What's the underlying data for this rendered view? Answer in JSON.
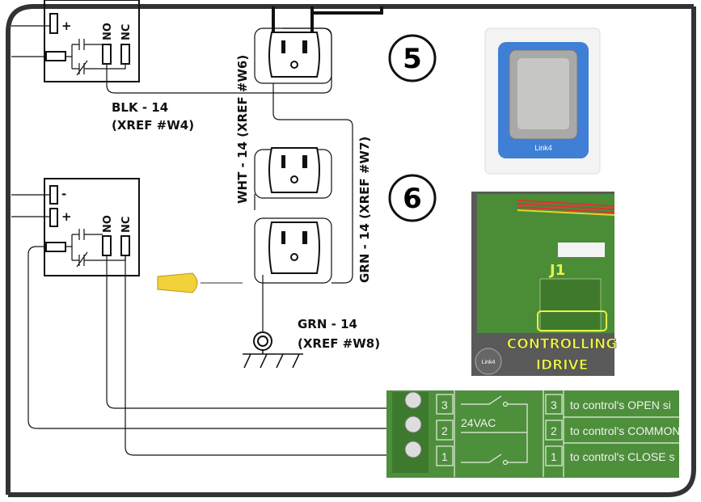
{
  "steps": {
    "five": "5",
    "six": "6"
  },
  "relay": {
    "plus": "+",
    "minus": "-",
    "no": "NO",
    "nc": "NC"
  },
  "wires": {
    "blk_color": "BLK - 14",
    "blk_xref": "(XREF #W4)",
    "wht_vertical": "WHT - 14  (XREF #W6)",
    "grn_vertical": "GRN - 14  (XREF #W7)",
    "grn_color": "GRN - 14",
    "grn_xref": "(XREF #W8)"
  },
  "device": {
    "brand": "Link4"
  },
  "pcb": {
    "j1": "J1",
    "caption_line1": "CONTROLLING",
    "caption_line2": "IDRIVE",
    "logo": "Link4"
  },
  "terminal": {
    "voltage": "24VAC",
    "left_numbers": [
      "3",
      "2",
      "1"
    ],
    "right_numbers": [
      "3",
      "2",
      "1"
    ],
    "descriptions": [
      "to control's OPEN si",
      "to control's COMMON",
      "to control's CLOSE s"
    ]
  },
  "colors": {
    "frame": "#333333",
    "pcb_green": "#4e8f3c",
    "highlight": "#e8f04a",
    "wire_nut": "#f2d23a",
    "device_blue": "#3f7fd6"
  }
}
